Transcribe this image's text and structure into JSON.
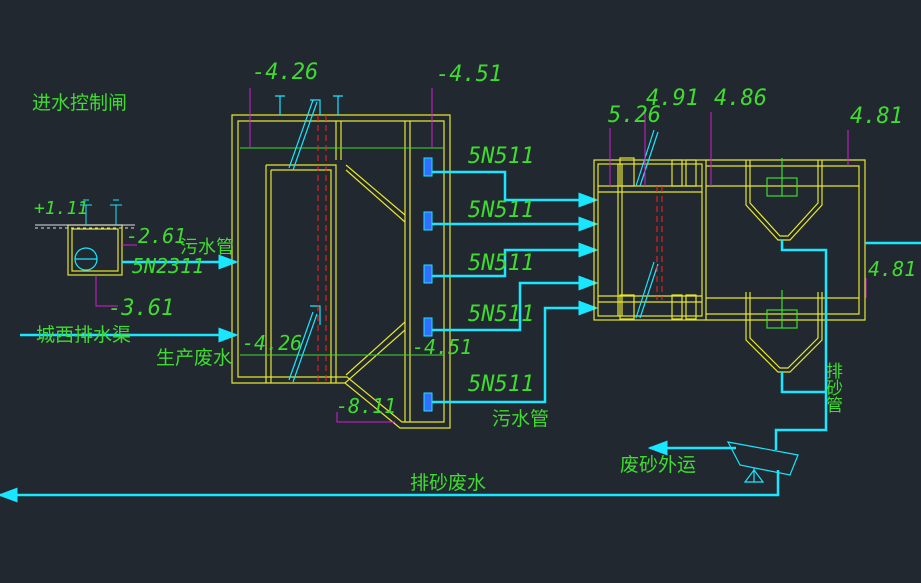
{
  "labels": {
    "inlet_gate": "进水控制闸",
    "sewage_pipe_1": "污水管",
    "west_channel": "城西排水渠",
    "production_wastewater": "生产废水",
    "sewage_pipe_2": "污水管",
    "sand_transport": "废砂外运",
    "sand_wastewater": "排砂废水",
    "sand_pipe": "排砂管"
  },
  "elevations": {
    "e1": "+1.11",
    "e2": "-2.61",
    "e3": "-3.61",
    "e4": "-4.26",
    "e5": "-4.51",
    "e6": "-4.26",
    "e7": "-4.51",
    "e8": "-8.11",
    "e9": "5.26",
    "e10": "4.91",
    "e11": "4.86",
    "e12": "4.81",
    "e13": "4.81"
  },
  "equipment": {
    "pipe_code": "5N2311",
    "pumps": [
      "5N511",
      "5N511",
      "5N511",
      "5N511",
      "5N511"
    ]
  },
  "colors": {
    "background": "#212830",
    "structure": "#e6e62e",
    "pipe": "#19e6ff",
    "text": "#3fdc2f",
    "leader": "#d020d0",
    "equipment": "#2f6fff",
    "axis": "#ff2020",
    "white": "#e0e0e0"
  }
}
